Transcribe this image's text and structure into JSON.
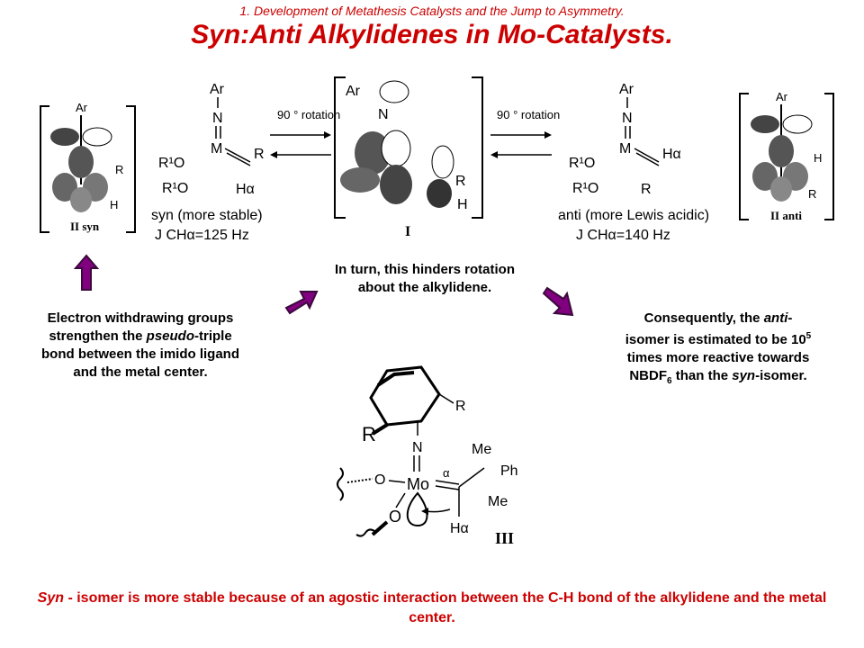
{
  "header": {
    "subtitle": "1. Development of Metathesis Catalysts and the Jump to Asymmetry.",
    "title": "Syn:Anti Alkylidenes in Mo-Catalysts."
  },
  "scheme": {
    "syn_label": "syn (more stable)",
    "syn_coupling": "J CHα=125 Hz",
    "anti_label": "anti (more Lewis acidic)",
    "anti_coupling": "J CHα=140 Hz",
    "rotation_left": "90 ° rotation",
    "rotation_right": "90 ° rotation",
    "mid_roman": "I",
    "left_roman": "II syn",
    "right_roman": "II anti",
    "struct_labels": {
      "Ar": "Ar",
      "N": "N",
      "M": "M",
      "R": "R",
      "R1O": "R¹O",
      "Ha": "Hα",
      "H": "H"
    }
  },
  "captions": {
    "left": {
      "l1": "Electron withdrawing groups",
      "l2a": "strengthen the ",
      "l2b": "pseudo",
      "l2c": "-triple",
      "l3": "bond between the imido ligand",
      "l4": "and the metal center."
    },
    "middle": {
      "l1": "In turn, this hinders rotation",
      "l2": "about the alkylidene."
    },
    "right": {
      "l1a": "Consequently, the ",
      "l1b": "anti",
      "l1c": "-",
      "l2a": "isomer is estimated to be 10",
      "l2sup": "5",
      "l3": "times more reactive towards",
      "l4a": "NBDF",
      "l4sub": "6",
      "l4b": " than the ",
      "l4c": "syn",
      "l4d": "-isomer."
    }
  },
  "bottom_structure": {
    "R_ring": "R",
    "R_left": "R",
    "N": "N",
    "Mo": "Mo",
    "Me1": "Me",
    "Ph": "Ph",
    "Me2": "Me",
    "O1": "O",
    "O2": "O",
    "alpha": "α",
    "Ha": "Hα",
    "roman": "III"
  },
  "footer": {
    "syn_word": "Syn",
    "text": " - isomer is more stable because of an agostic interaction between the C-H bond of the alkylidene and the metal center."
  },
  "colors": {
    "accent": "#cc0000",
    "arrow_fill": "#800080",
    "arrow_stroke": "#3a0a3a"
  },
  "icons": [
    "up-arrow-icon",
    "right-down-arrow-icon",
    "right-up-arrow-icon"
  ]
}
